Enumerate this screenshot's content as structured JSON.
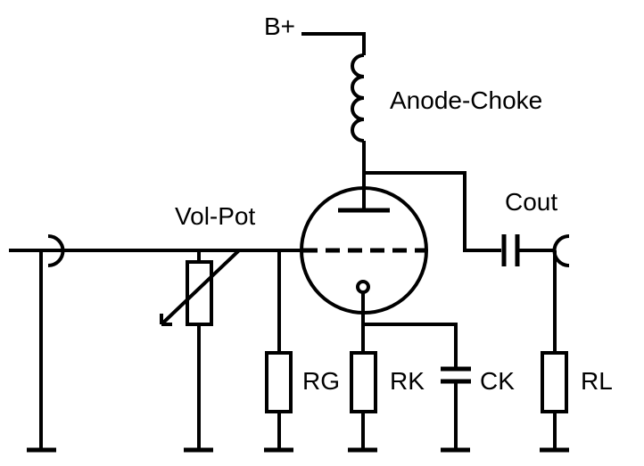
{
  "diagram": {
    "labels": {
      "supply": "B+",
      "choke": "Anode-Choke",
      "volume_pot": "Vol-Pot",
      "output_cap": "Cout",
      "grid_resistor": "RG",
      "cathode_resistor": "RK",
      "cathode_cap": "CK",
      "load_resistor": "RL"
    }
  }
}
